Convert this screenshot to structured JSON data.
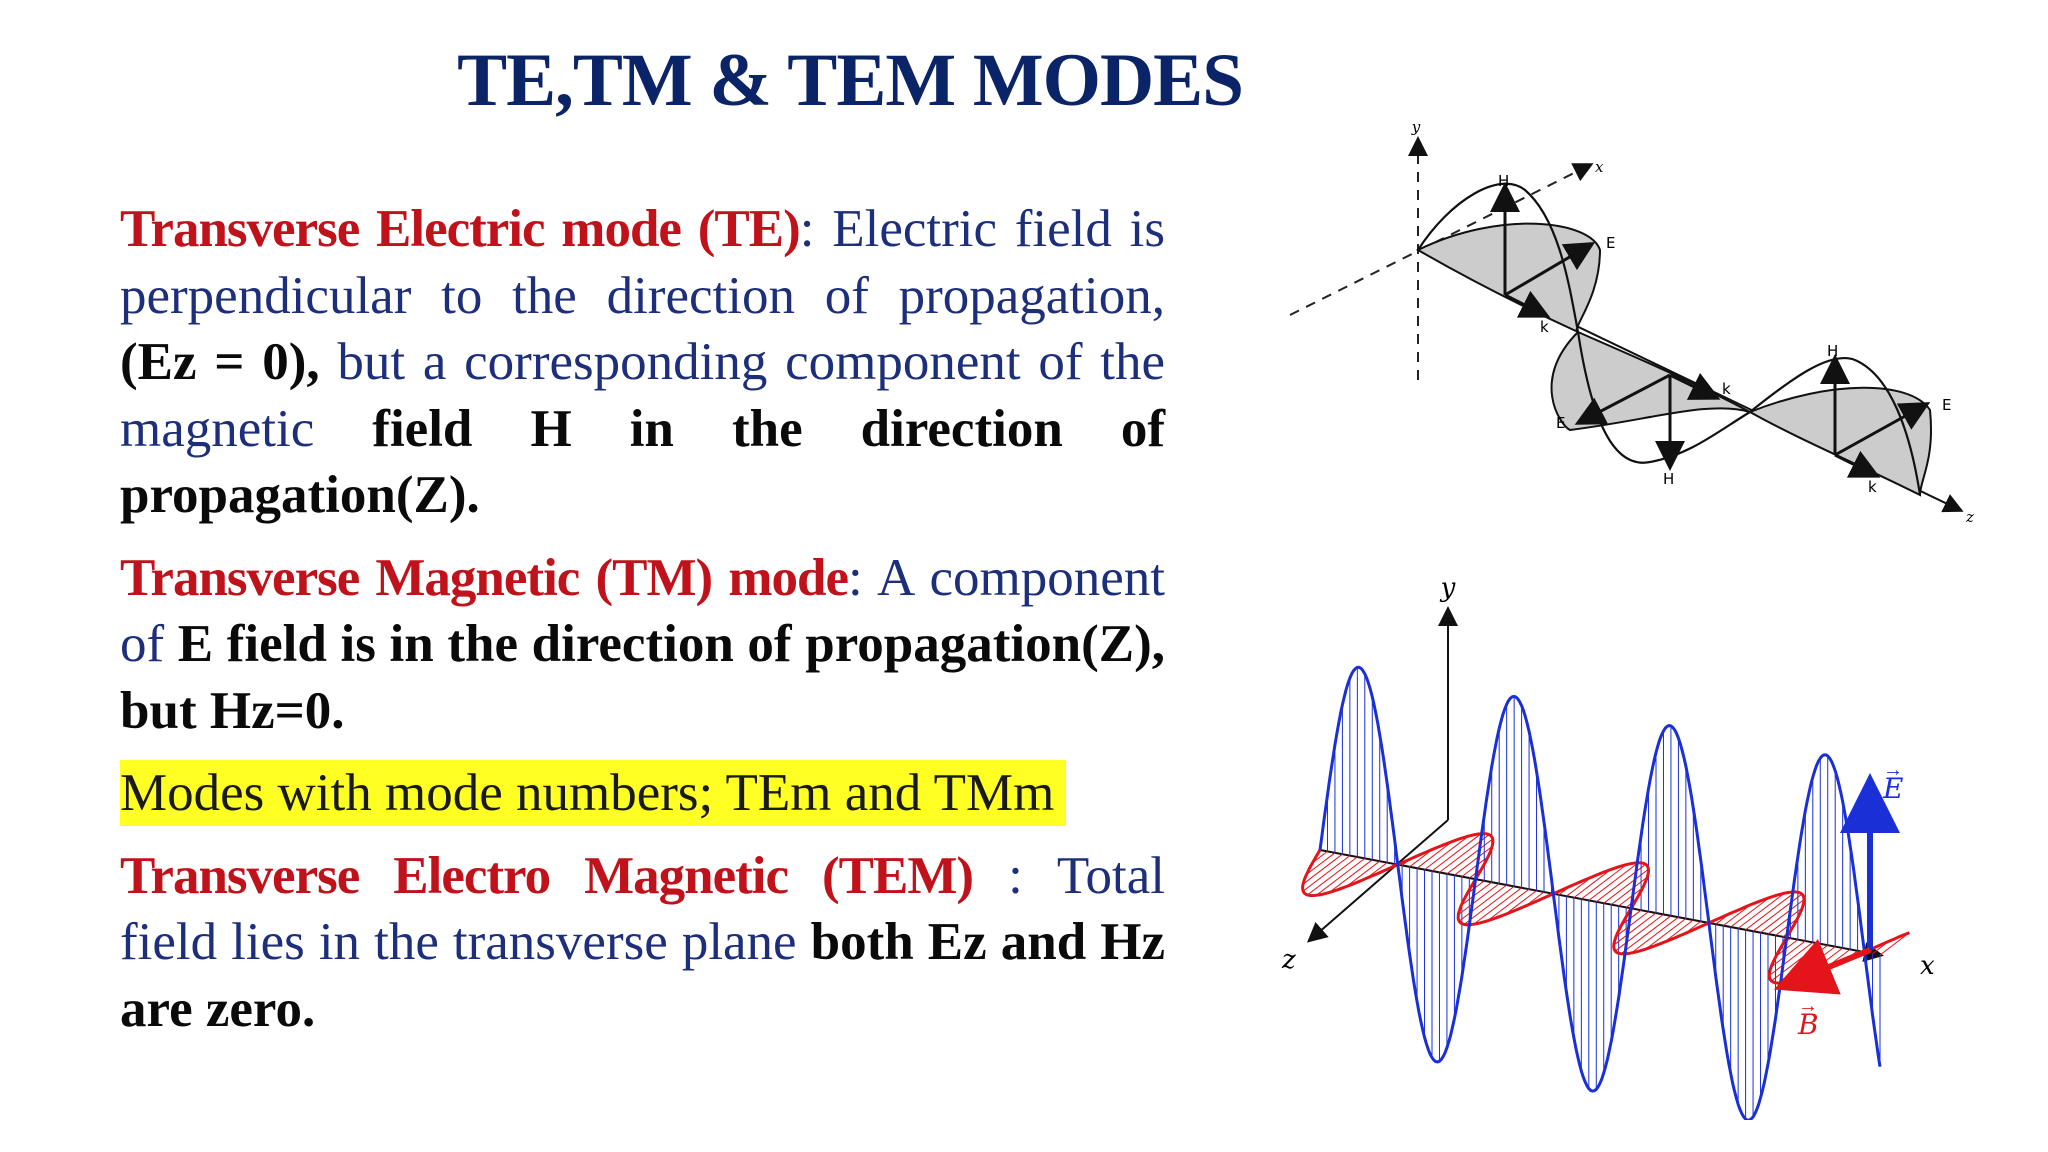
{
  "slide": {
    "title": "TE,TM & TEM MODES"
  },
  "te": {
    "heading": "Transverse Electric mode (TE)",
    "text1": ": Electric field  is perpendicular to the direction of  propagation, ",
    "bold1": "(Ez = 0),",
    "text2": " but a corresponding  component of the magnetic ",
    "bold2": "field  H  in  the   direction  of propagation(Z)."
  },
  "tm": {
    "heading": "Transverse Magnetic (TM) mode",
    "text1": ": A component of ",
    "bold1": "E field is in the direction of  propagation(Z), but Hz=0."
  },
  "highlight": {
    "text": "Modes with mode numbers; TEm and TMm"
  },
  "tem": {
    "heading": "Transverse Electro Magnetic (TEM)",
    "text1": " : Total field lies in the transverse plane ",
    "bold1": "both Ez and Hz are zero."
  },
  "figure1": {
    "labels": {
      "y": "y",
      "x": "x",
      "z": "z",
      "h1": "H",
      "e1": "E",
      "k1": "k",
      "e2": "E",
      "h2": "H",
      "k2": "k",
      "h3": "H",
      "e3": "E",
      "k3": "k"
    }
  },
  "figure2": {
    "labels": {
      "y": "y",
      "z": "z",
      "x": "x",
      "e": "E",
      "b": "B"
    },
    "colors": {
      "electric": "#1a2fd6",
      "magnetic": "#e3141a"
    }
  }
}
